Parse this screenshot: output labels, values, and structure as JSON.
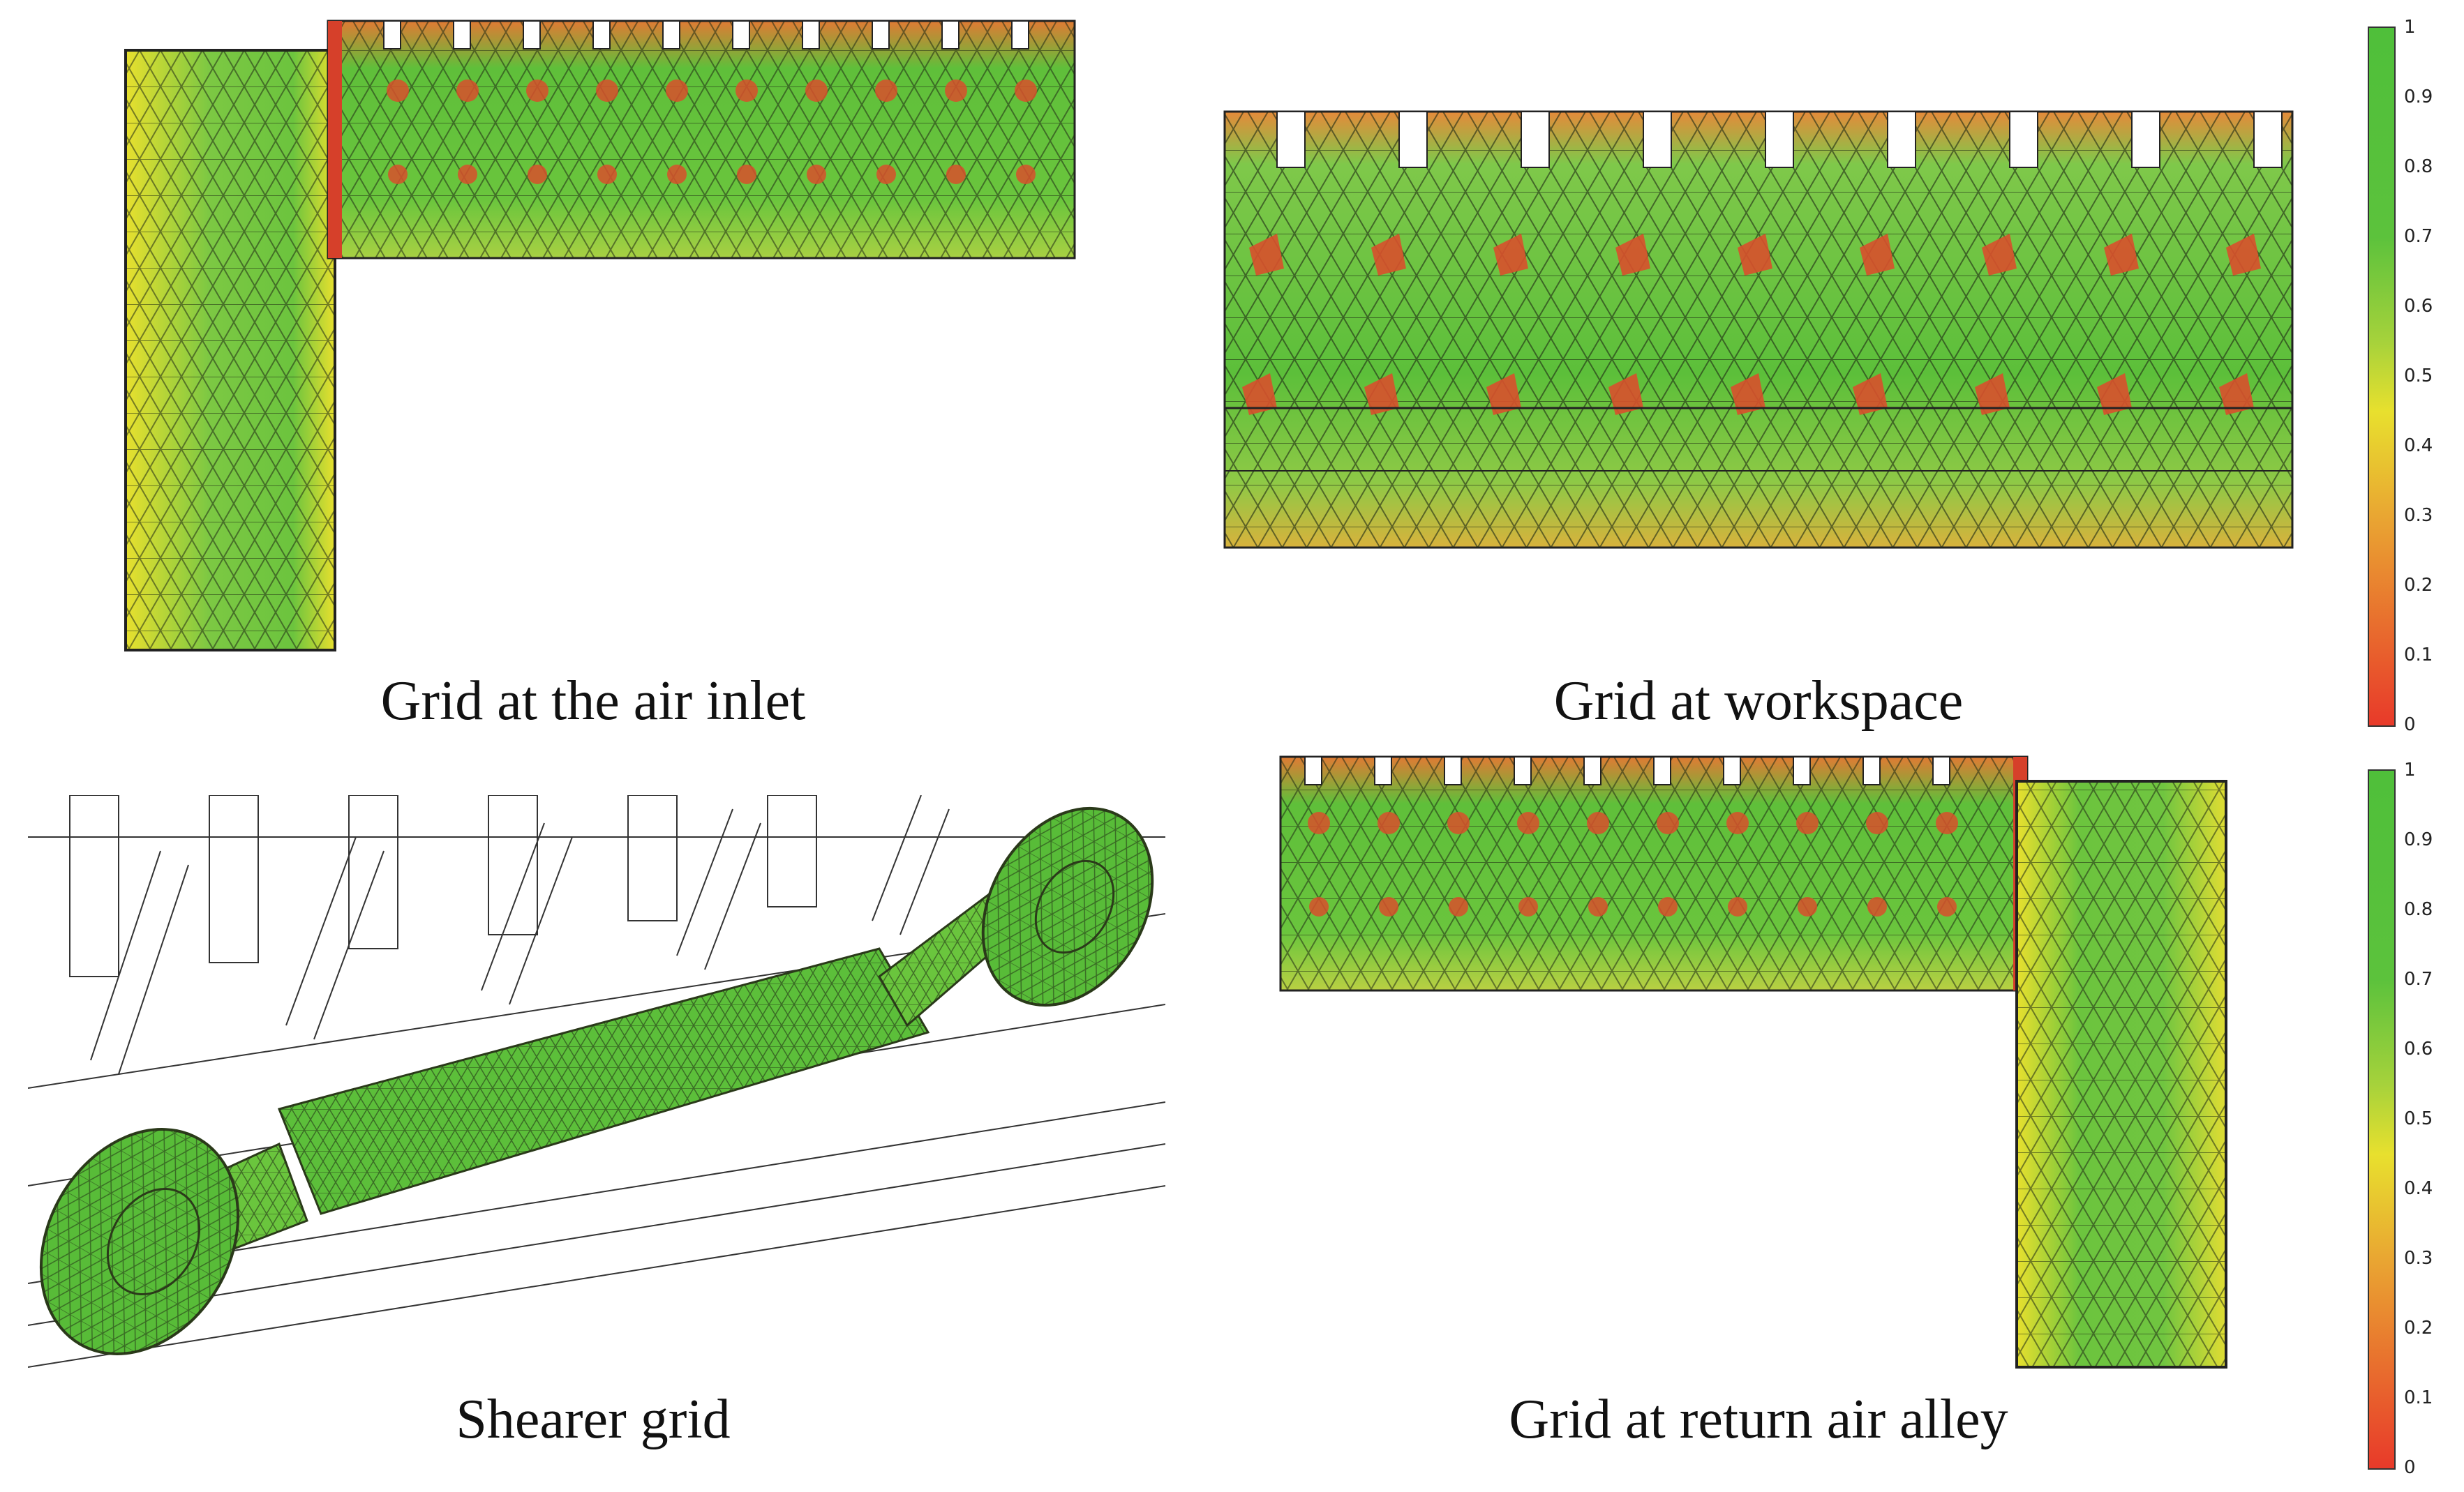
{
  "figure": {
    "panels": [
      {
        "id": "air-inlet",
        "caption": "Grid at the air inlet"
      },
      {
        "id": "workspace",
        "caption": "Grid at workspace"
      },
      {
        "id": "shearer",
        "caption": "Shearer grid"
      },
      {
        "id": "return-air",
        "caption": "Grid at return air alley"
      }
    ]
  },
  "colorbars": [
    {
      "id": "colorbar-top",
      "ticks": [
        "1",
        "0.9",
        "0.8",
        "0.7",
        "0.6",
        "0.5",
        "0.4",
        "0.3",
        "0.2",
        "0.1",
        "0"
      ]
    },
    {
      "id": "colorbar-bottom",
      "ticks": [
        "1",
        "0.9",
        "0.8",
        "0.7",
        "0.6",
        "0.5",
        "0.4",
        "0.3",
        "0.2",
        "0.1",
        "0"
      ]
    }
  ],
  "colors": {
    "high": "#4fbf3a",
    "mid": "#e8e02e",
    "low": "#e83a2a",
    "mesh_line": "#1e2a14"
  }
}
